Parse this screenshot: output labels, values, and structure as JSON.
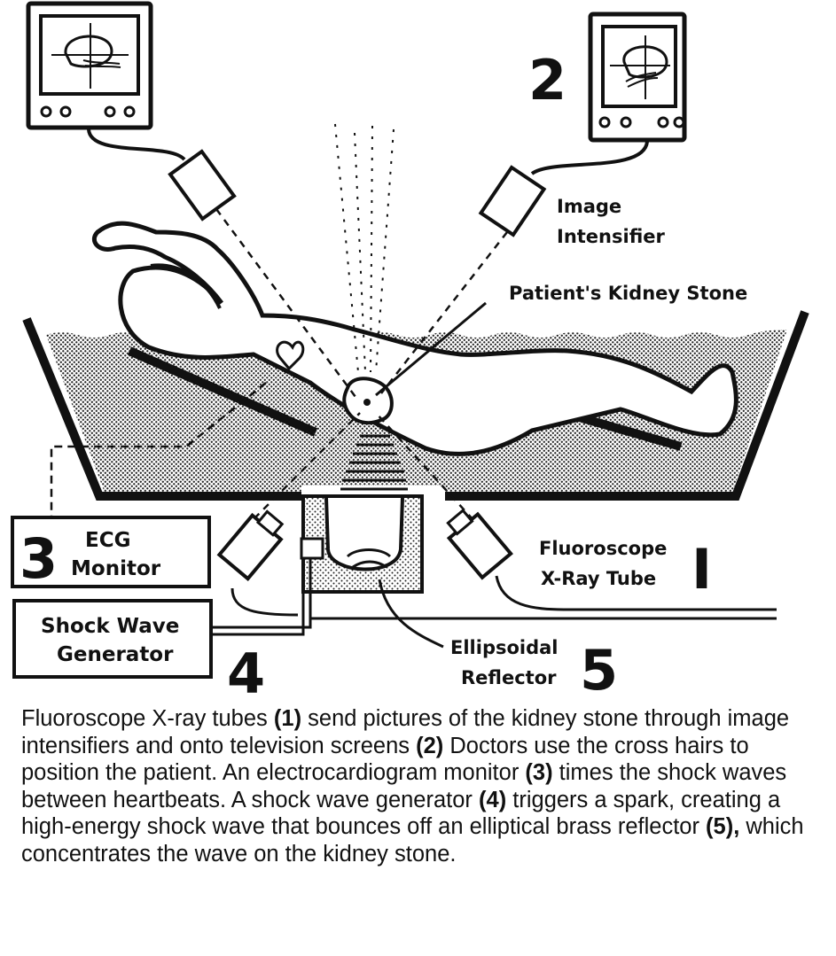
{
  "labels": {
    "image_intensifier_line1": "Image",
    "image_intensifier_line2": "Intensifier",
    "kidney_stone": "Patient's Kidney Stone",
    "ecg_line1": "ECG",
    "ecg_line2": "Monitor",
    "generator_line1": "Shock Wave",
    "generator_line2": "Generator",
    "fluoroscope_line1": "Fluoroscope",
    "fluoroscope_line2": "X-Ray Tube",
    "reflector_line1": "Ellipsoidal",
    "reflector_line2": "Reflector"
  },
  "numbers": {
    "n1": "I",
    "n2": "2",
    "n3": "3",
    "n4": "4",
    "n5": "5"
  },
  "caption": [
    {
      "t": "Fluoroscope X-ray tubes ",
      "b": false
    },
    {
      "t": "(1)",
      "b": true
    },
    {
      "t": " send pictures of the kidney stone through image intensifiers and onto television screens ",
      "b": false
    },
    {
      "t": "(2)",
      "b": true
    },
    {
      "t": "  Doctors use the cross hairs to position the patient. An electrocardiogram monitor ",
      "b": false
    },
    {
      "t": "(3)",
      "b": true
    },
    {
      "t": " times the shock waves between heartbeats. A shock wave generator ",
      "b": false
    },
    {
      "t": "(4)",
      "b": true
    },
    {
      "t": " triggers a spark, creating a high-energy shock wave that bounces off an elliptical brass reflector ",
      "b": false
    },
    {
      "t": "(5),",
      "b": true
    },
    {
      "t": " which concentrates the wave on the kidney stone.",
      "b": false
    }
  ]
}
